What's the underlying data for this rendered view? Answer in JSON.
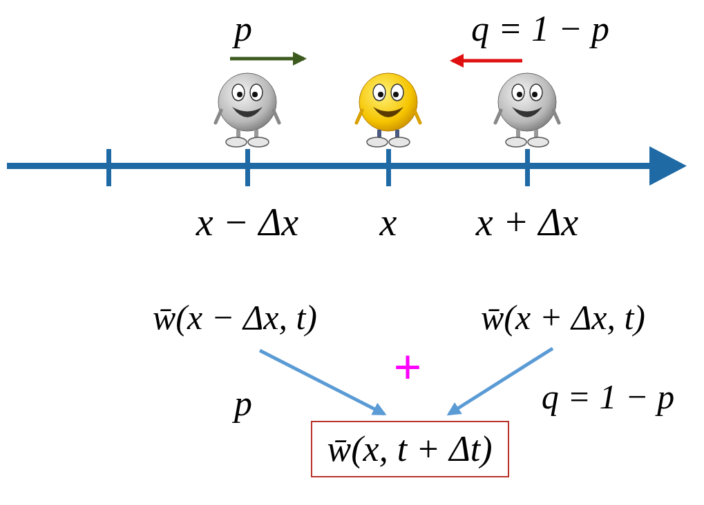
{
  "diagram": {
    "nodes": [
      {
        "text": [
          "w̄(x, t + Δt)"
        ]
      }
    ],
    "labels": [
      "p",
      "q = 1 − p",
      "x − Δx",
      "x",
      "x + Δx",
      "w̄(x − Δx, t)",
      "w̄(x + Δx, t)",
      "+",
      "p",
      "q = 1 − p"
    ]
  }
}
